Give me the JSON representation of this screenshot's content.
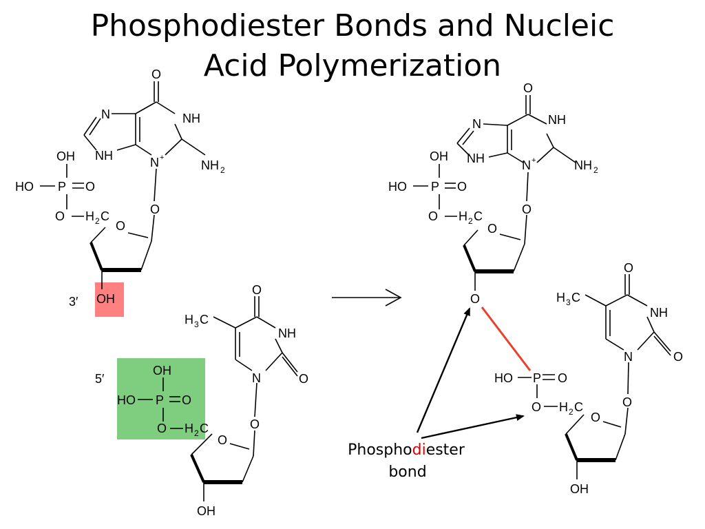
{
  "slide": {
    "title_line1": "Phosphodiester Bonds and Nucleic",
    "title_line2": "Acid Polymerization"
  },
  "colors": {
    "hydroxyl_highlight": "#ff8080",
    "phosphate_highlight": "#7fce7f",
    "new_bond": "#e8402a",
    "di_text": "#e00000"
  },
  "atoms": {
    "O": "O",
    "N": "N",
    "NH": "NH",
    "OH": "OH",
    "HO": "HO",
    "P": "P",
    "C": "C",
    "H": "H",
    "sub2": "2",
    "sub3": "3",
    "plus": "+"
  },
  "labels": {
    "three_prime": "3′",
    "five_prime": "5′"
  },
  "caption": {
    "part1": "Phospho",
    "part2": "di",
    "part3": "ester",
    "line2": "bond"
  }
}
